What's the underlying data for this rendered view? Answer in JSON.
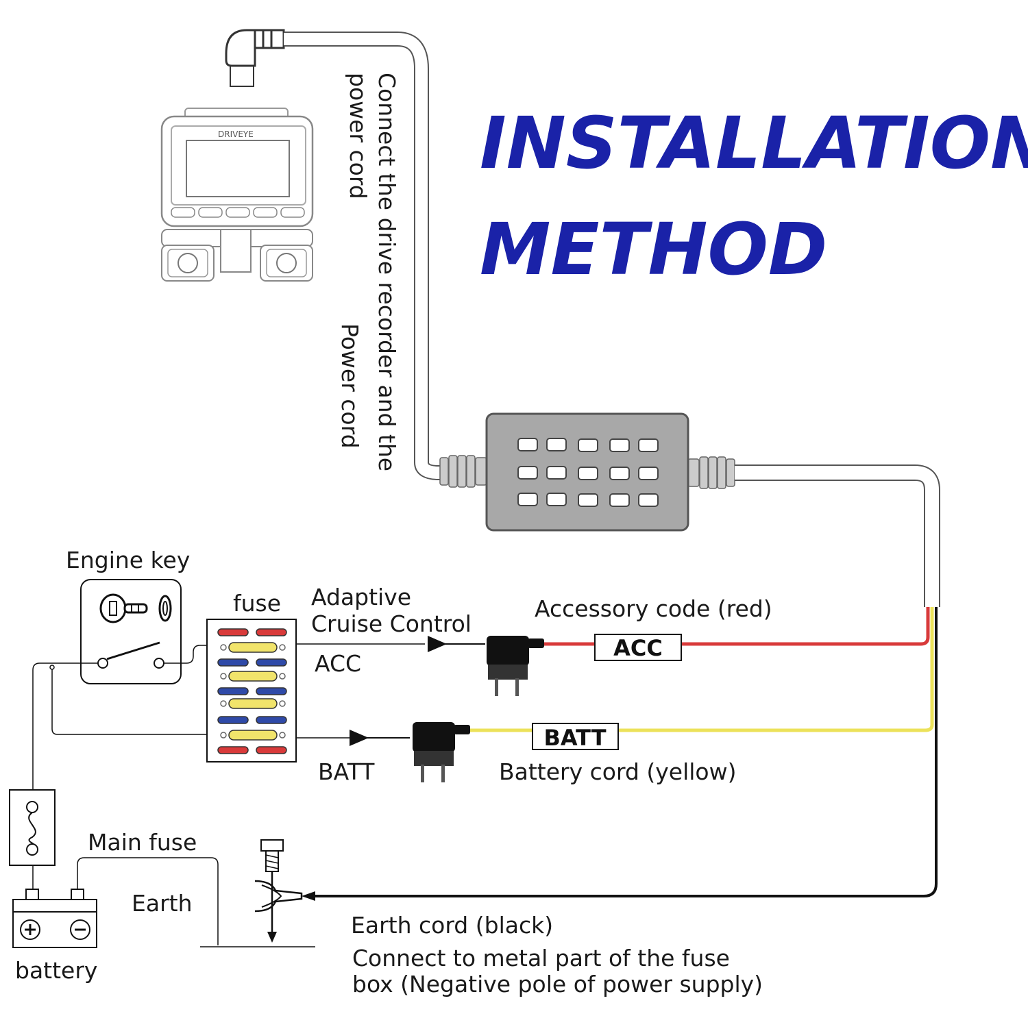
{
  "title": {
    "line1": "INSTALLATION",
    "line2": "METHOD"
  },
  "camera": {
    "brand": "DRIVEYE"
  },
  "cable_label": {
    "line1": "Connect the drive recorder and the",
    "line2": "power cord",
    "line3": "Power cord"
  },
  "labels": {
    "engine_key": "Engine key",
    "fuse": "fuse",
    "adaptive_line1": "Adaptive",
    "adaptive_line2": "Cruise Control",
    "acc": "ACC",
    "batt": "BATT",
    "accessory_cord": "Accessory code (red)",
    "battery_cord": "Battery cord (yellow)",
    "main_fuse": "Main fuse",
    "earth": "Earth",
    "battery": "battery",
    "earth_cord": "Earth cord (black)",
    "connect_line1": "Connect to metal part of the fuse",
    "connect_line2": "box (Negative pole of power supply)"
  },
  "tags": {
    "acc": "ACC",
    "batt": "BATT"
  },
  "colors": {
    "title": "#1a22a8",
    "red_wire": "#d83a3a",
    "yellow_wire": "#ece25a",
    "black_wire": "#111111",
    "fuse_red": "#d93a3a",
    "fuse_yellow": "#f1e46b",
    "fuse_blue": "#2f4aa8"
  },
  "icons": [
    "key-icon",
    "switch-icon",
    "fuse-icon",
    "battery-icon",
    "ground-bolt-icon",
    "fuse-tap-icon",
    "usb-plug-icon",
    "dashcam-icon",
    "converter-box-icon"
  ]
}
